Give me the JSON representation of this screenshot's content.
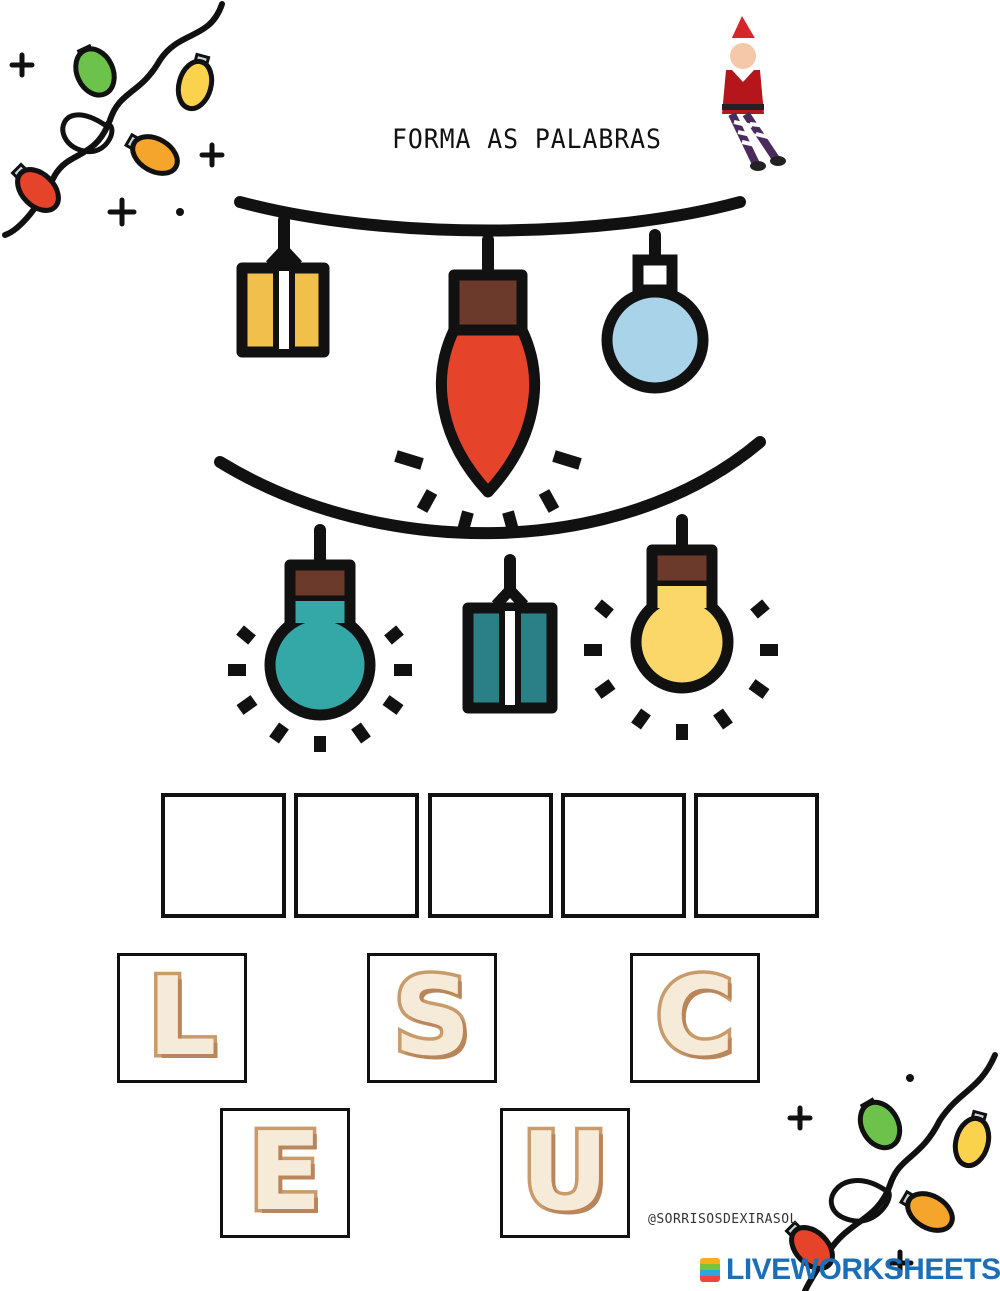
{
  "worksheet": {
    "title": "FORMA AS PALABRAS",
    "answer_slot_count": 5,
    "letter_tiles": [
      "L",
      "S",
      "C",
      "E",
      "U"
    ],
    "credit": "@SORRISOSDEXIRASOL",
    "brand": "LIVEWORKSHEETS"
  },
  "icons": {
    "corner_top_left": "christmas-lights-icon",
    "corner_bottom_right": "christmas-lights-icon",
    "elf": "elf-icon",
    "main_illustration": "hanging-ornaments-icon"
  },
  "colors": {
    "outline": "#111111",
    "bulb_red": "#e5432a",
    "bulb_teal": "#34a8a6",
    "bulb_yellow": "#fbd76a",
    "ornament_blue": "#a9d3e8",
    "gift_yellow": "#f1c04a",
    "gift_teal": "#2b7f86",
    "cookie_fill": "#f6ead8",
    "cookie_edge": "#c99a6a",
    "brand_blue": "#1b6fb8"
  }
}
